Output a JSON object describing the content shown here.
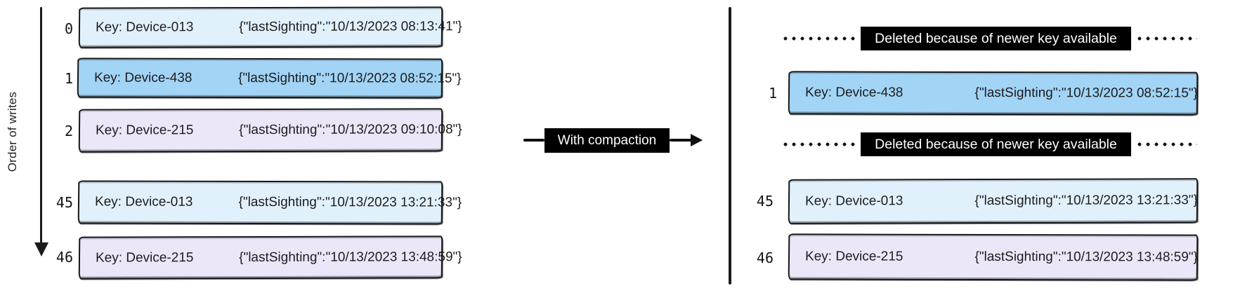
{
  "diagram_title": "log-compaction-before-after",
  "colors": {
    "light_blue": "#e1f1fc",
    "medium_blue": "#a2d4f6",
    "lavender": "#ebe7f8",
    "label_black": "#000000",
    "label_text": "#ffffff",
    "ink": "#1b1b1b"
  },
  "left": {
    "axis_label": "Order of writes",
    "records": [
      {
        "order": "0",
        "key": "Key: Device-013",
        "value": "{\"lastSighting\":\"10/13/2023 08:13:41\"}",
        "fill": "#e1f1fc"
      },
      {
        "order": "1",
        "key": "Key: Device-438",
        "value": "{\"lastSighting\":\"10/13/2023 08:52:15\"}",
        "fill": "#a2d4f6"
      },
      {
        "order": "2",
        "key": "Key: Device-215",
        "value": "{\"lastSighting\":\"10/13/2023 09:10:08\"}",
        "fill": "#ebe7f8"
      },
      {
        "order": "45",
        "key": "Key: Device-013",
        "value": "{\"lastSighting\":\"10/13/2023 13:21:33\"}",
        "fill": "#e1f1fc"
      },
      {
        "order": "46",
        "key": "Key: Device-215",
        "value": "{\"lastSighting\":\"10/13/2023 13:48:59\"}",
        "fill": "#ebe7f8"
      }
    ]
  },
  "connector": {
    "label": "With compaction"
  },
  "right": {
    "deleted_notes": [
      {
        "label": "Deleted because of newer key available"
      },
      {
        "label": "Deleted because of newer key available"
      }
    ],
    "records": [
      {
        "order": "1",
        "key": "Key: Device-438",
        "value": "{\"lastSighting\":\"10/13/2023 08:52:15\"}",
        "fill": "#a2d4f6"
      },
      {
        "order": "45",
        "key": "Key: Device-013",
        "value": "{\"lastSighting\":\"10/13/2023 13:21:33\"}",
        "fill": "#e1f1fc"
      },
      {
        "order": "46",
        "key": "Key: Device-215",
        "value": "{\"lastSighting\":\"10/13/2023 13:48:59\"}",
        "fill": "#ebe7f8"
      }
    ]
  }
}
